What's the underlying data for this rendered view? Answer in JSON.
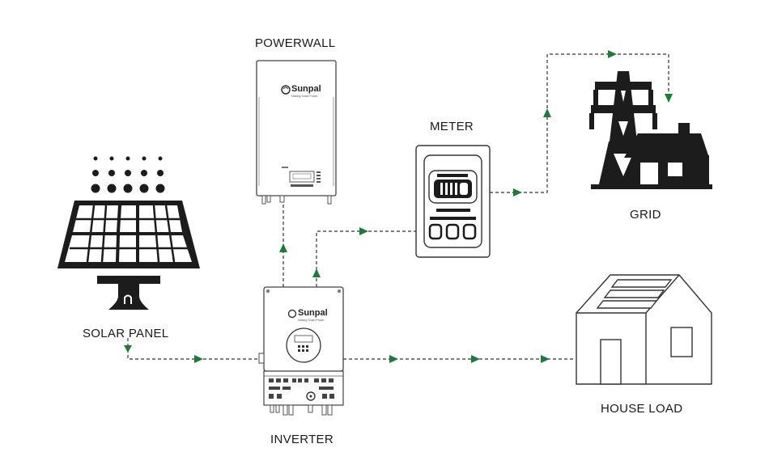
{
  "labels": {
    "powerwall": "POWERWALL",
    "meter": "METER",
    "grid": "GRID",
    "solar_panel": "SOLAR PANEL",
    "inverter": "INVERTER",
    "house_load": "HOUSE LOAD"
  },
  "brand": {
    "name": "Sunpal",
    "tagline": "Making Smart Power"
  },
  "colors": {
    "line": "#333333",
    "arrow": "#1e7a3a",
    "device_outline": "#444444",
    "icon_fill": "#1c1c1c"
  },
  "icons": [
    "solar-panel-icon",
    "powerwall-battery-icon",
    "inverter-icon",
    "meter-icon",
    "grid-tower-icon",
    "house-load-icon"
  ]
}
